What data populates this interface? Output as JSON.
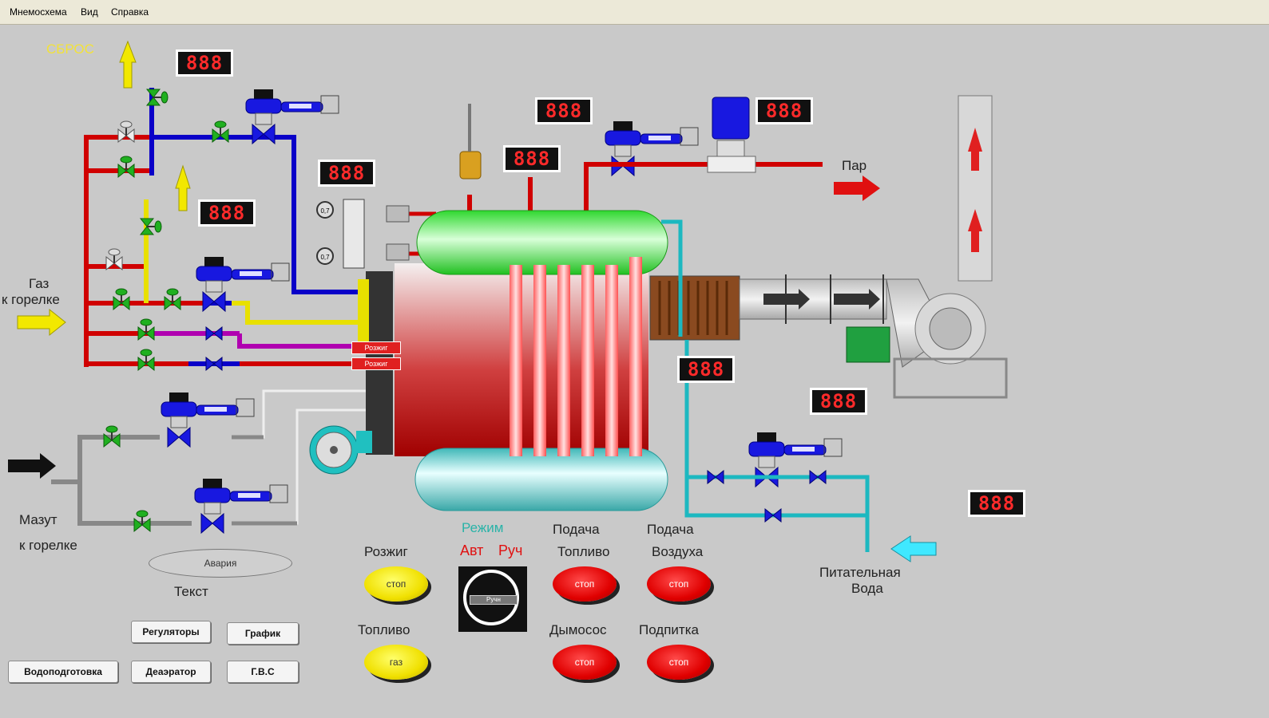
{
  "menu": [
    "Мнемосхема",
    "Вид",
    "Справка"
  ],
  "labels": {
    "sbros": "СБРОС",
    "gaz": "Газ",
    "k_gorelke_gas": "к горелке",
    "mazut": "Мазут",
    "k_gorelke_mazut": "к горелке",
    "par": "Пар",
    "pit_voda_1": "Питательная",
    "pit_voda_2": "Вода",
    "tekst": "Текст"
  },
  "displays": {
    "d1": "888",
    "d2": "888",
    "d3": "888",
    "d4": "888",
    "d5": "888",
    "d6": "888",
    "d7": "888",
    "d8": "888",
    "d9": "888"
  },
  "gauges": {
    "g1": "0,7",
    "g2": "0,7"
  },
  "tags": {
    "razzhig1": "Розжиг",
    "razzhig2": "Розжиг"
  },
  "controls": {
    "razzhig_label": "Розжиг",
    "razzhig_btn": "стоп",
    "toplivo_label": "Топливо",
    "toplivo_btn": "газ",
    "rezhim_label": "Режим",
    "avt": "Авт",
    "ruch": "Руч",
    "mode_value": "Ручн",
    "podacha_topl_1": "Подача",
    "podacha_topl_2": "Топливо",
    "podacha_topl_btn": "стоп",
    "podacha_vozd_1": "Подача",
    "podacha_vozd_2": "Воздуха",
    "podacha_vozd_btn": "стоп",
    "dymosos_label": "Дымосос",
    "dymosos_btn": "стоп",
    "podpitka_label": "Подпитка",
    "podpitka_btn": "стоп",
    "alarm": "Авария"
  },
  "nav_buttons": {
    "regulators": "Регуляторы",
    "grafik": "График",
    "vodopodgotovka": "Водоподготовка",
    "deaerator": "Деаэратор",
    "gvs": "Г.В.С"
  },
  "colors": {
    "gas": "#e8e000",
    "red_pipe": "#d00000",
    "blue_pipe": "#0a00c8",
    "water": "#1cb8c0",
    "valve_green": "#20b020"
  }
}
